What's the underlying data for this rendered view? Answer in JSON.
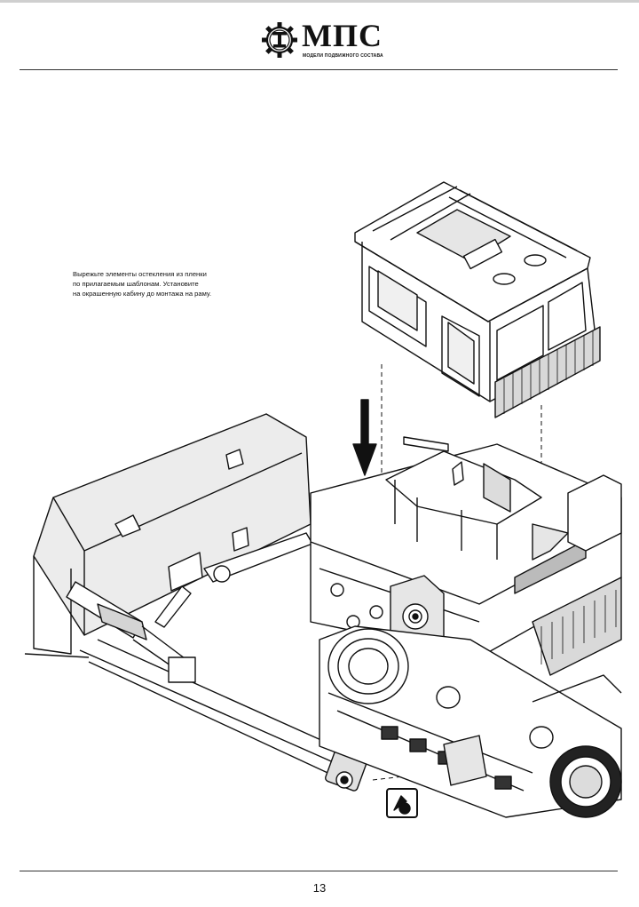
{
  "header": {
    "logo_text": "МПС",
    "logo_subtitle": "МОДЕЛИ ПОДВИЖНОГО СОСТАВА"
  },
  "instruction": {
    "lines": [
      "Вырежьте элементы остекления из пленки",
      "по прилагаемым шаблонам. Установите",
      "на окрашенную кабину до монтажа на раму."
    ]
  },
  "footer": {
    "page_number": "13"
  }
}
